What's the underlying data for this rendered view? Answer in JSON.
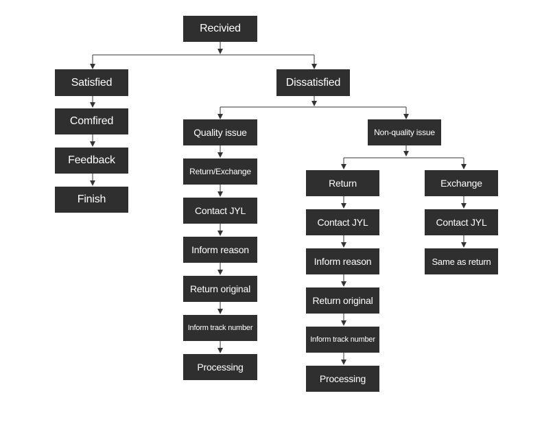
{
  "nodes": {
    "received": "Recivied",
    "satisfied": "Satisfied",
    "confirmed": "Comfired",
    "feedback": "Feedback",
    "finish": "Finish",
    "dissatisfied": "Dissatisfied",
    "quality_issue": "Quality issue",
    "q_return_exchange": "Return/Exchange",
    "q_contact": "Contact JYL",
    "q_inform_reason": "Inform reason",
    "q_return_original": "Return original",
    "q_inform_track": "Inform track number",
    "q_processing": "Processing",
    "non_quality_issue": "Non-quality issue",
    "r_return": "Return",
    "r_contact": "Contact JYL",
    "r_inform_reason": "Inform reason",
    "r_return_original": "Return original",
    "r_inform_track": "Inform track number",
    "r_processing": "Processing",
    "e_exchange": "Exchange",
    "e_contact": "Contact JYL",
    "e_same_as_return": "Same as return"
  },
  "colors": {
    "node_fill": "#2f2f2f",
    "node_text": "#ffffff",
    "connector": "#333333"
  }
}
